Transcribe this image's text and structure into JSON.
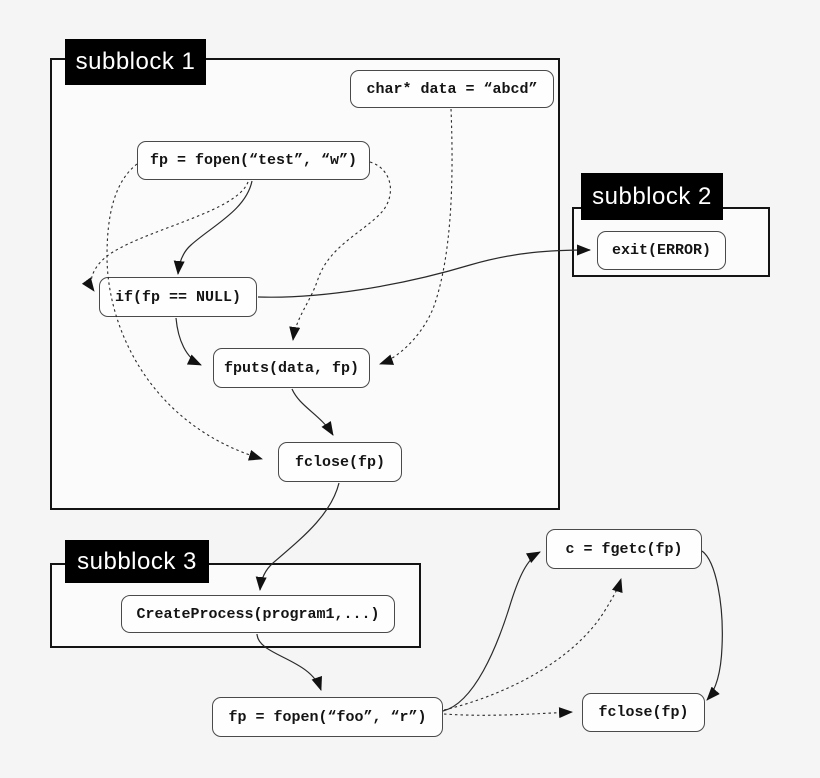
{
  "colors": {
    "page_background": "#f5f5f6",
    "box_fill": "#fbfbfb",
    "box_border": "#141414",
    "node_fill": "#fefefe",
    "node_border": "#4a4a4a",
    "label_background": "#000000",
    "label_text": "#ffffff",
    "edge": "#2a2a2a"
  },
  "subblocks": {
    "s1": {
      "label": "subblock 1"
    },
    "s2": {
      "label": "subblock 2"
    },
    "s3": {
      "label": "subblock 3"
    }
  },
  "nodes": {
    "char_data": {
      "label": "char* data = “abcd”"
    },
    "fopen_test": {
      "label": "fp = fopen(“test”, “w”)"
    },
    "if_null": {
      "label": "if(fp == NULL)"
    },
    "fputs": {
      "label": "fputs(data, fp)"
    },
    "fclose_1": {
      "label": "fclose(fp)"
    },
    "exit_error": {
      "label": "exit(ERROR)"
    },
    "create_process": {
      "label": "CreateProcess(program1,...)"
    },
    "fopen_foo": {
      "label": "fp = fopen(“foo”, “r”)"
    },
    "fgetc": {
      "label": "c = fgetc(fp)"
    },
    "fclose_2": {
      "label": "fclose(fp)"
    }
  },
  "edges": [
    {
      "from": "fopen_test",
      "to": "if_null",
      "style": "solid"
    },
    {
      "from": "if_null",
      "to": "fputs",
      "style": "solid"
    },
    {
      "from": "if_null",
      "to": "exit_error",
      "style": "solid"
    },
    {
      "from": "fputs",
      "to": "fclose_1",
      "style": "solid"
    },
    {
      "from": "fclose_1",
      "to": "create_process",
      "style": "solid"
    },
    {
      "from": "create_process",
      "to": "fopen_foo",
      "style": "solid"
    },
    {
      "from": "fopen_foo",
      "to": "fgetc",
      "style": "solid"
    },
    {
      "from": "fgetc",
      "to": "fclose_2",
      "style": "solid"
    },
    {
      "from": "fopen_test",
      "to": "if_null",
      "style": "dotted"
    },
    {
      "from": "fopen_test",
      "to": "fclose_1",
      "style": "dotted"
    },
    {
      "from": "fopen_test",
      "to": "fputs",
      "style": "dotted"
    },
    {
      "from": "char_data",
      "to": "fputs",
      "style": "dotted"
    },
    {
      "from": "fopen_foo",
      "to": "fclose_2",
      "style": "dotted"
    },
    {
      "from": "fopen_foo",
      "to": "fgetc",
      "style": "dotted"
    }
  ]
}
